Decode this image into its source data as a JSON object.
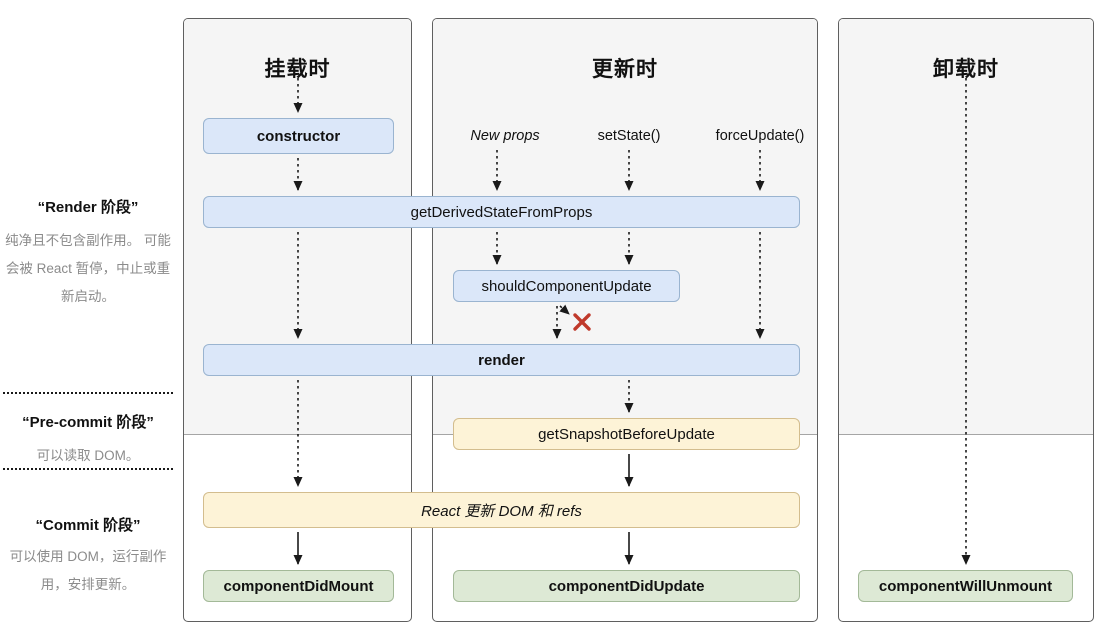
{
  "sidebar": {
    "sections": [
      {
        "title": "“Render 阶段”",
        "desc": "纯净且不包含副作用。 可能会被 React 暂停，中止或重新启动。"
      },
      {
        "title": "“Pre-commit 阶段”",
        "desc": "可以读取 DOM。"
      },
      {
        "title": "“Commit 阶段”",
        "desc": "可以使用 DOM，运行副作用，安排更新。"
      }
    ]
  },
  "columns": [
    {
      "title": "挂载时"
    },
    {
      "title": "更新时"
    },
    {
      "title": "卸载时"
    }
  ],
  "triggers": {
    "new_props": "New props",
    "set_state": "setState()",
    "force_update": "forceUpdate()"
  },
  "boxes": {
    "constructor": "constructor",
    "get_derived_state_from_props": "getDerivedStateFromProps",
    "should_component_update": "shouldComponentUpdate",
    "render": "render",
    "get_snapshot_before_update": "getSnapshotBeforeUpdate",
    "react_updates_dom": "React 更新 DOM 和 refs",
    "component_did_mount": "componentDidMount",
    "component_did_update": "componentDidUpdate",
    "component_will_unmount": "componentWillUnmount"
  },
  "colors": {
    "blue_fill": "#dbe7f9",
    "blue_border": "#9ab4d0",
    "yellow_fill": "#fdf3d7",
    "yellow_border": "#d3bd8e",
    "green_fill": "#dde9d5",
    "green_border": "#a3b998",
    "column_border": "#5f5f5f",
    "column_bg_top": "#f5f5f5",
    "divider": "#a5a5a5",
    "arrow": "#1a1a1a",
    "x_red": "#c0392b",
    "muted_text": "#8b8b8b",
    "text": "#111111"
  }
}
